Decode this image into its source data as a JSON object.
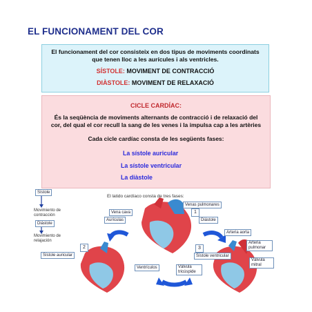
{
  "title": "EL FUNCIONAMENT DEL COR",
  "intro": {
    "text": "El funcionament del cor consisteix en dos tipus de moviments coordinats que tenen lloc a les aurícules i als ventricles.",
    "systole_term": "SÍSTOLE:",
    "systole_def": " MOVIMENT DE CONTRACCIÓ",
    "diastole_term": "DIÀSTOLE:",
    "diastole_def": " MOVIMENT DE RELAXACIÓ"
  },
  "cycle": {
    "heading": "CICLE CARDÍAC:",
    "definition": "És la seqüència de moviments alternants de contracció i de relaxació del cor, del qual el cor recull la sang de les venes i la impulsa cap a les artèries",
    "phases_intro": "Cada cicle cardíac consta de les següents fases:",
    "phases": [
      "La sístole auricular",
      "La sístole ventricular",
      "La diàstole"
    ]
  },
  "diagram": {
    "caption": "El latido cardíaco consta de tres fases:",
    "legend": {
      "systole": "Sístole",
      "systole_desc": "Movimiento de contracción",
      "diastole": "Diástole",
      "diastole_desc": "Movimiento de relajación"
    },
    "labels": {
      "venas_pulmonares": "Venas pulmonares",
      "vena_cava": "Vena cava",
      "auriculas": "Aurículas",
      "diastole": "Diástole",
      "arteria_aorta": "Arteria aorta",
      "arteria_pulmonar": "Arteria pulmonar",
      "valvula_mitral": "Válvula mitral",
      "sistole_auricular": "Sístole auricular",
      "sistole_ventricular": "Sístole ventricular",
      "ventriculos": "Ventrículos",
      "valvula_tricuspide": "Válvula tricúspide"
    },
    "numbers": [
      "1",
      "2",
      "3"
    ]
  },
  "colors": {
    "title": "#1e2e8c",
    "accent_red": "#d23232",
    "phase_blue": "#2a2adc",
    "box_blue": "#dcf3fa",
    "box_pink": "#fbdcdf"
  }
}
